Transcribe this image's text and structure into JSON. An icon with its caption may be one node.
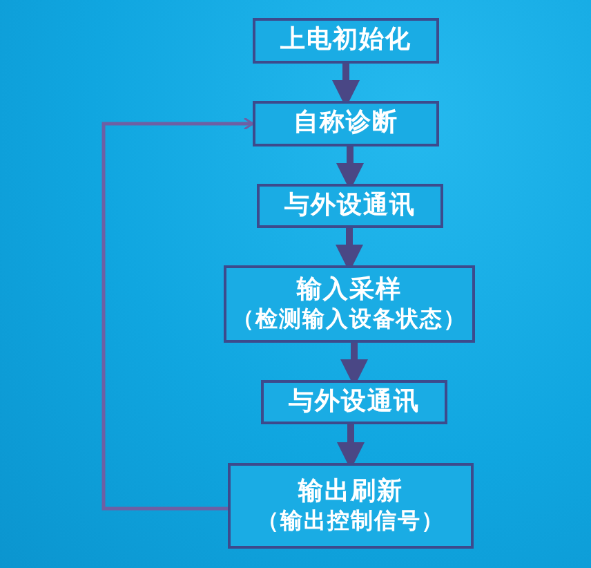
{
  "diagram": {
    "nodes": [
      {
        "text": [
          "上电初始化"
        ]
      },
      {
        "text": [
          "自称诊断"
        ]
      },
      {
        "text": [
          "与外设通讯"
        ]
      },
      {
        "text": [
          "输入采样",
          "（检测输入设备状态）"
        ]
      },
      {
        "text": [
          "与外设通讯"
        ]
      },
      {
        "text": [
          "输出刷新",
          "（输出控制信号）"
        ]
      }
    ],
    "edges": [
      {
        "from": 0,
        "to": 1,
        "arrow": "to"
      },
      {
        "from": 1,
        "to": 2,
        "arrow": "to"
      },
      {
        "from": 2,
        "to": 3,
        "arrow": "to"
      },
      {
        "from": 3,
        "to": 4,
        "arrow": "to"
      },
      {
        "from": 4,
        "to": 5,
        "arrow": "to"
      },
      {
        "from": 5,
        "to": 1,
        "arrow": "to",
        "color": "#6f5fa3"
      }
    ]
  }
}
